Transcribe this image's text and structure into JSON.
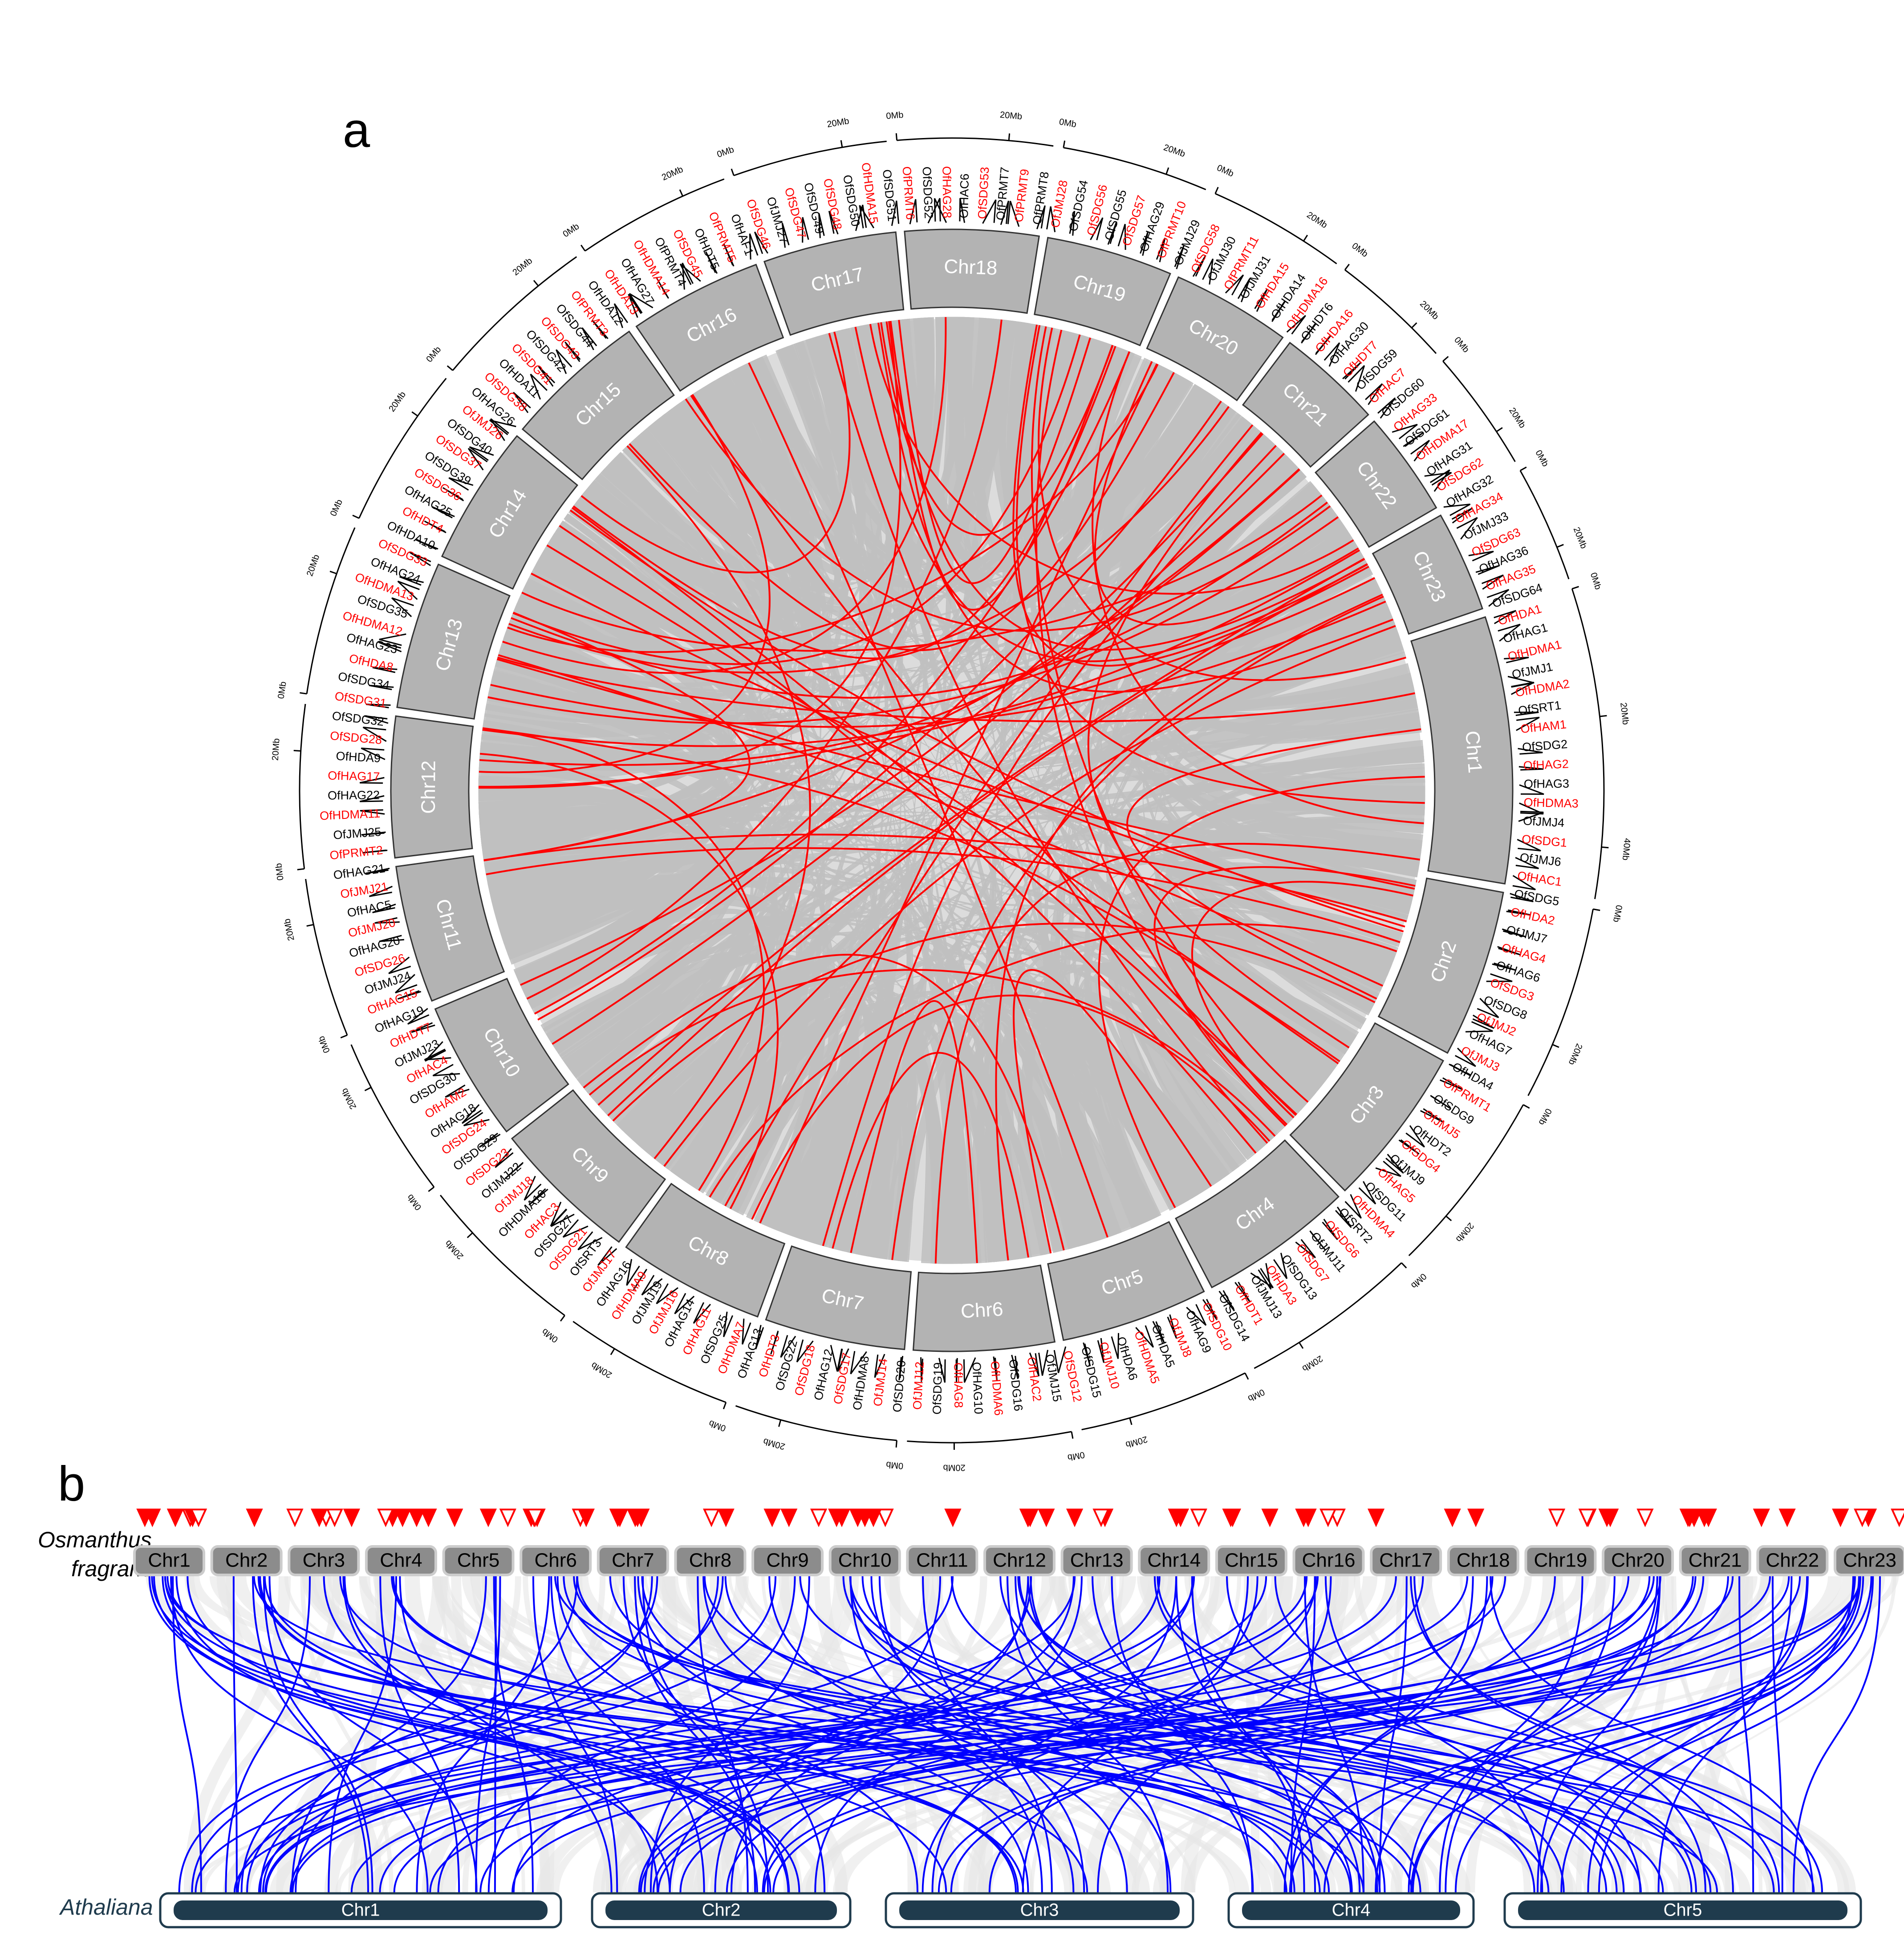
{
  "panel_a": {
    "letter": "a",
    "chromosomes": [
      "Chr1",
      "Chr2",
      "Chr3",
      "Chr4",
      "Chr5",
      "Chr6",
      "Chr7",
      "Chr8",
      "Chr9",
      "Chr10",
      "Chr11",
      "Chr12",
      "Chr13",
      "Chr14",
      "Chr15",
      "Chr16",
      "Chr17",
      "Chr18",
      "Chr19",
      "Chr20",
      "Chr21",
      "Chr22",
      "Chr23"
    ],
    "tick_labels": [
      "0Mb",
      "20Mb",
      "40Mb"
    ],
    "genes_red": [
      "OfHDA1",
      "OfHDMA1",
      "OfHDMA2",
      "OfHAM1",
      "OfHAG2",
      "OfHDMA3",
      "OfSDG1",
      "OfHAC1",
      "OfHDA2",
      "OfHAG4",
      "OfSDG3",
      "OfJMJ2",
      "OfJMJ3",
      "OfPRMT1",
      "OfJMJ5",
      "OfSDG4",
      "OfHAG5",
      "OfHDMA4",
      "OfSDG6",
      "OfSDG7",
      "OfHDA3",
      "OfHDT1",
      "OfSDG10",
      "OfJMJ8",
      "OfHDMA5",
      "OfJMJ10",
      "OfSDG12",
      "OfHAC2",
      "OfHDMA6",
      "OfHAG8",
      "OfJMJ12",
      "OfJMJ14",
      "OfSDG17",
      "OfSDG18",
      "OfHDT3",
      "OfHDMA7",
      "OfHAG11",
      "OfJMJ16",
      "OfHDMA9",
      "OfJMJ17",
      "OfSDG21",
      "OfHAC3",
      "OfJMJ18",
      "OfSDG23",
      "OfSDG24",
      "OfHAM2",
      "OfHAC4",
      "OfHDT7",
      "OfHAG15",
      "OfSDG26",
      "OfJMJ20",
      "OfJMJ21",
      "OfPRMT2",
      "OfHDMA11",
      "OfHAG17",
      "OfSDG28",
      "OfSDG31",
      "OfHDA8",
      "OfHDMA12",
      "OfHDMA13",
      "OfSDG33",
      "OfHDT4",
      "OfSDG36",
      "OfSDG37",
      "OfJMJ26",
      "OfSDG38",
      "OfSDG41",
      "OfSDG43",
      "OfPRMT3",
      "OfHDA13",
      "OfHDMA14",
      "OfSDG45",
      "OfPRMT5",
      "OfSDG46",
      "OfSDG47",
      "OfSDG48",
      "OfHDMA15",
      "OfPRMT6",
      "OfHAG28",
      "OfSDG53",
      "OfPRMT9",
      "OfJMJ28",
      "OfSDG56",
      "OfSDG57",
      "OfPRMT10",
      "OfSDG58",
      "OfPRMT11",
      "OfHDA15",
      "OfHDMA16",
      "OfHDA16",
      "OfHDT7",
      "OfHAC7",
      "OfHAG33",
      "OfHDMA17",
      "OfSDG62",
      "OfHAG34",
      "OfSDG63",
      "OfHAG35"
    ],
    "genes_black": [
      "OfHAG1",
      "OfJMJ1",
      "OfSRT1",
      "OfSDG2",
      "OfHAG3",
      "OfJMJ4",
      "OfJMJ6",
      "OfSDG5",
      "OfJMJ7",
      "OfHAG6",
      "OfSDG8",
      "OfHAG7",
      "OfHDA4",
      "OfSDG9",
      "OfHDT2",
      "OfJMJ9",
      "OfSDG11",
      "OfSRT2",
      "OfJMJ11",
      "OfSDG13",
      "OfJMJ13",
      "OfSDG14",
      "OfHAG9",
      "OfHDA5",
      "OfHDA6",
      "OfSDG15",
      "OfJMJ15",
      "OfSDG16",
      "OfHAG10",
      "OfSDG19",
      "OfSDG20",
      "OfHDMA8",
      "OfHAG12",
      "OfSDG22",
      "OfHAG13",
      "OfSDG25",
      "OfHAG14",
      "OfJMJ19",
      "OfHAG16",
      "OfSRT3",
      "OfSDG27",
      "OfHDMA10",
      "OfJMJ22",
      "OfSDG29",
      "OfHAG18",
      "OfSDG30",
      "OfJMJ23",
      "OfHAG19",
      "OfJMJ24",
      "OfHAG20",
      "OfHAC5",
      "OfHAG21",
      "OfJMJ25",
      "OfHAG22",
      "OfHDA9",
      "OfSDG32",
      "OfSDG34",
      "OfHAG23",
      "OfSDG35",
      "OfHAG24",
      "OfHDA10",
      "OfHAG25",
      "OfSDG39",
      "OfSDG40",
      "OfHAG26",
      "OfHDA11",
      "OfSDG42",
      "OfSDG44",
      "OfHDA12",
      "OfHAG27",
      "OfPRMT4",
      "OfHDT5",
      "OfHAF1",
      "OfJMJ27",
      "OfSDG49",
      "OfSDG50",
      "OfSDG51",
      "OfSDG52",
      "OfHAC6",
      "OfPRMT7",
      "OfPRMT8",
      "OfSDG54",
      "OfSDG55",
      "OfHAG29",
      "OfJMJ29",
      "OfJMJ30",
      "OfJMJ31",
      "OfHDA14",
      "OfHDT6",
      "OfHAG30",
      "OfSDG59",
      "OfSDG60",
      "OfSDG61",
      "OfHAG31",
      "OfHAG32",
      "OfJMJ33",
      "OfHAG36",
      "OfSDG64"
    ]
  },
  "panel_b": {
    "letter": "b",
    "species_top_line1": "Osmanthus",
    "species_top_line2": "fragrans",
    "species_bottom": "Athaliana",
    "top_chromosomes": [
      "Chr1",
      "Chr2",
      "Chr3",
      "Chr4",
      "Chr5",
      "Chr6",
      "Chr7",
      "Chr8",
      "Chr9",
      "Chr10",
      "Chr11",
      "Chr12",
      "Chr13",
      "Chr14",
      "Chr15",
      "Chr16",
      "Chr17",
      "Chr18",
      "Chr19",
      "Chr20",
      "Chr21",
      "Chr22",
      "Chr23"
    ],
    "bottom_chromosomes": [
      "Chr1",
      "Chr2",
      "Chr3",
      "Chr4",
      "Chr5"
    ]
  },
  "colors": {
    "chromosome_fill": "#b3b3b3",
    "chromosome_stroke": "#333333",
    "synteny_gray": "#c0c0c0",
    "segmental_red": "#ff0000",
    "collinear_blue": "#0000ff",
    "arabidopsis_chr": "#1f3b4d",
    "highlight_label": "#ff0000"
  }
}
